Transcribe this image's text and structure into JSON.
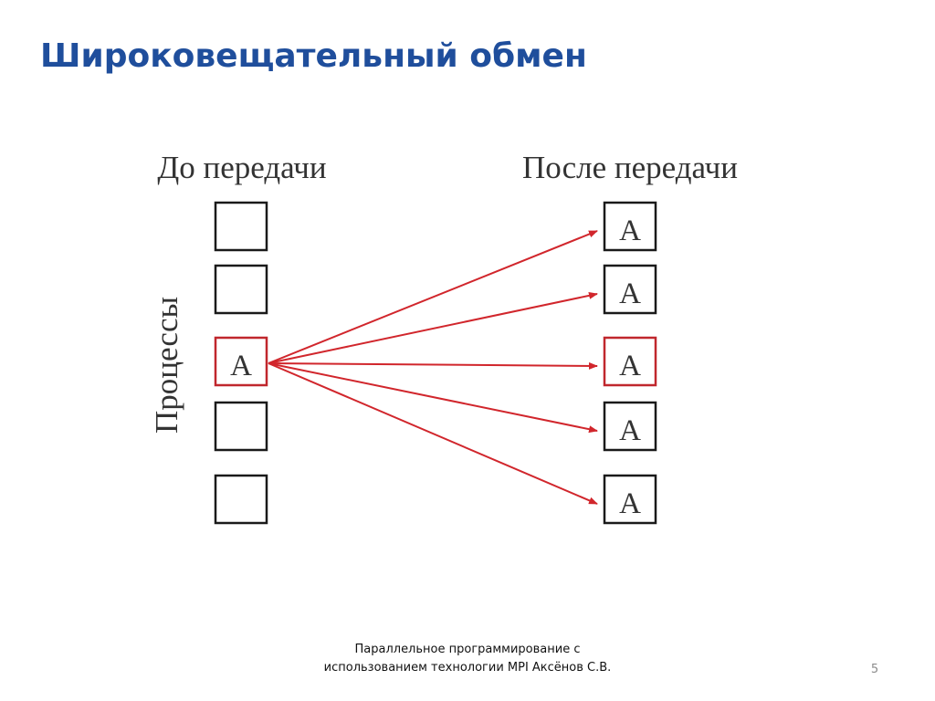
{
  "slide": {
    "title": "Широковещательный обмен",
    "footer": "Параллельное программирование с использованием технологии MPI Аксёнов С.В.",
    "page_number": "5"
  },
  "diagram": {
    "before_label": "До передачи",
    "after_label": "После передачи",
    "axis_label": "Процессы",
    "process_count": 5,
    "root_index": 2,
    "message": "A",
    "colors": {
      "title": "#1f4e9c",
      "box_border": "#1a1a1a",
      "root_border": "#c0272d",
      "arrow": "#d1262c",
      "label_text": "#333333"
    }
  }
}
